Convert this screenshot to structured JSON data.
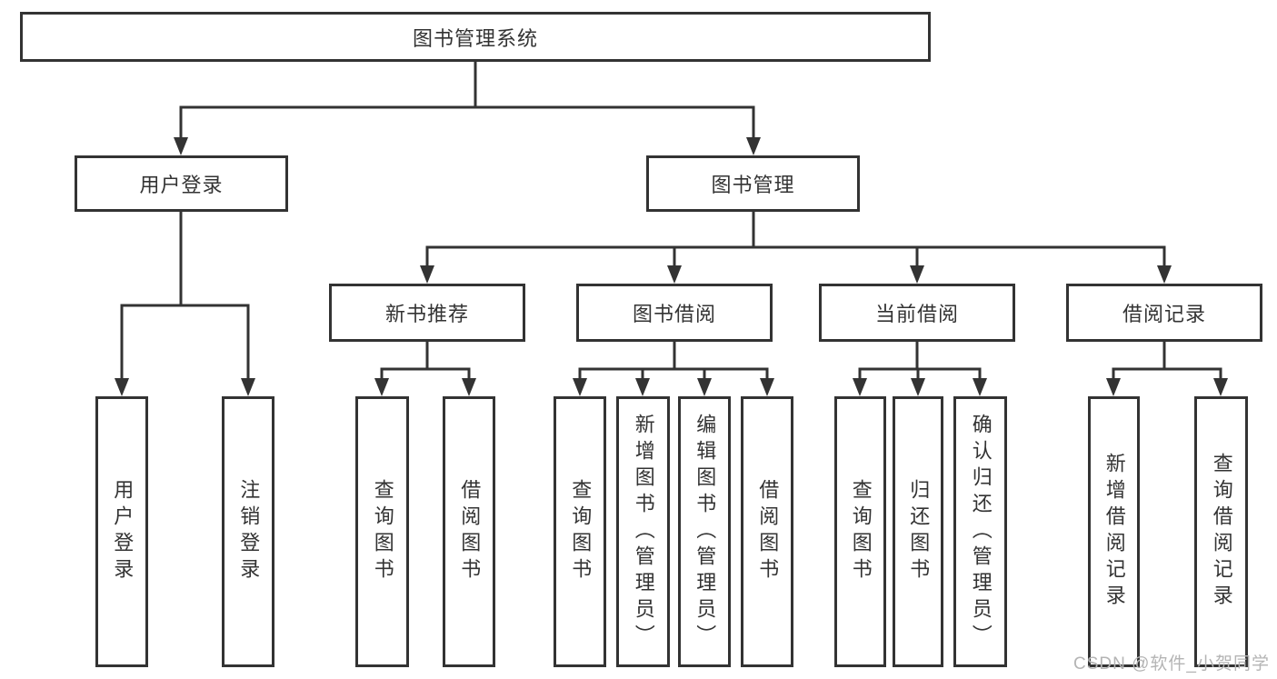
{
  "diagram": {
    "root": {
      "label": "图书管理系统"
    },
    "level2": [
      {
        "label": "用户登录"
      },
      {
        "label": "图书管理"
      }
    ],
    "level3": [
      {
        "label": "新书推荐"
      },
      {
        "label": "图书借阅"
      },
      {
        "label": "当前借阅"
      },
      {
        "label": "借阅记录"
      }
    ],
    "leaves": [
      {
        "label": "用户登录"
      },
      {
        "label": "注销登录"
      },
      {
        "label": "查询图书"
      },
      {
        "label": "借阅图书"
      },
      {
        "label": "查询图书"
      },
      {
        "label": "新增图书（管理员）"
      },
      {
        "label": "编辑图书（管理员）"
      },
      {
        "label": "借阅图书"
      },
      {
        "label": "查询图书"
      },
      {
        "label": "归还图书"
      },
      {
        "label": "确认归还（管理员）"
      },
      {
        "label": "新增借阅记录"
      },
      {
        "label": "查询借阅记录"
      }
    ]
  },
  "watermark": {
    "text": "CSDN @软件_小贺同学"
  },
  "colors": {
    "line": "#333333",
    "text": "#333333",
    "box_bg": "#ffffff",
    "background": "#ffffff",
    "watermark": "#b4b4b4"
  }
}
